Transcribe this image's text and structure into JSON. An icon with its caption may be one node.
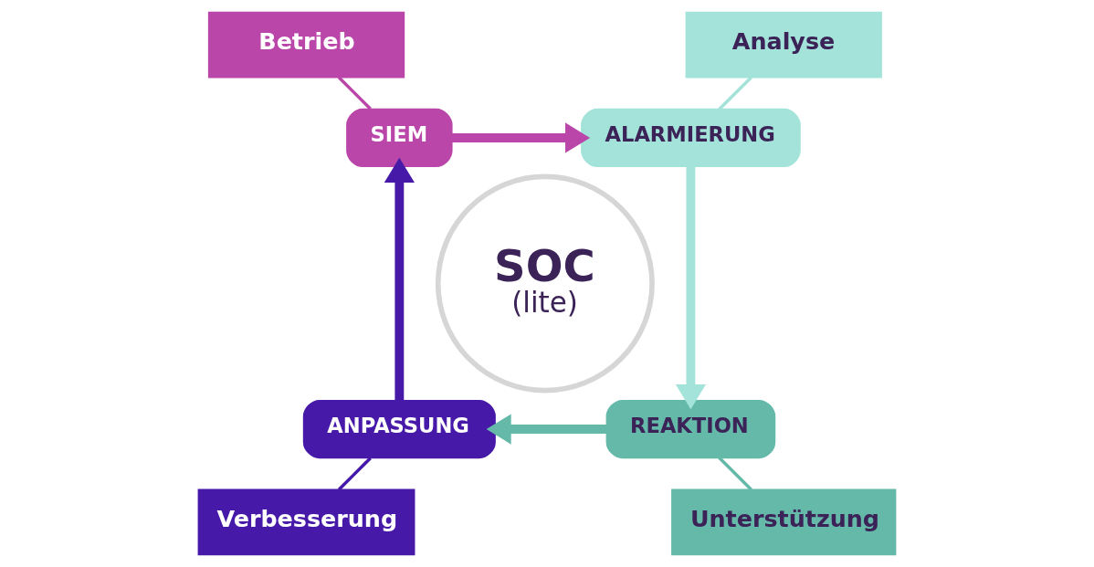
{
  "diagram": {
    "nodes": [
      {
        "text": [
          "Betrieb"
        ]
      },
      {
        "text": [
          "SIEM"
        ]
      },
      {
        "text": [
          "ALARMIERUNG"
        ]
      },
      {
        "text": [
          "Analyse"
        ]
      },
      {
        "text": [
          "SOC",
          "(lite)"
        ]
      },
      {
        "text": [
          "Verbesserung"
        ]
      },
      {
        "text": [
          "ANPASSUNG"
        ]
      },
      {
        "text": [
          "REAKTION"
        ]
      },
      {
        "text": [
          "Unterstützung"
        ]
      }
    ],
    "edges": [
      {
        "from": 1,
        "to": 2,
        "arrow": "to",
        "style": "thick",
        "color": "#b946a8"
      },
      {
        "from": 2,
        "to": 7,
        "arrow": "to",
        "style": "thick",
        "color": "#a3e3d9"
      },
      {
        "from": 7,
        "to": 6,
        "arrow": "to",
        "style": "thick",
        "color": "#64b9a9"
      },
      {
        "from": 6,
        "to": 1,
        "arrow": "to",
        "style": "thick",
        "color": "#4619a8"
      },
      {
        "from": 0,
        "to": 1,
        "arrow": "none",
        "color": "#b946a8"
      },
      {
        "from": 2,
        "to": 3,
        "arrow": "none",
        "color": "#a3e3d9"
      },
      {
        "from": 5,
        "to": 6,
        "arrow": "none",
        "color": "#4619a8"
      },
      {
        "from": 7,
        "to": 8,
        "arrow": "none",
        "color": "#64b9a9"
      }
    ]
  }
}
